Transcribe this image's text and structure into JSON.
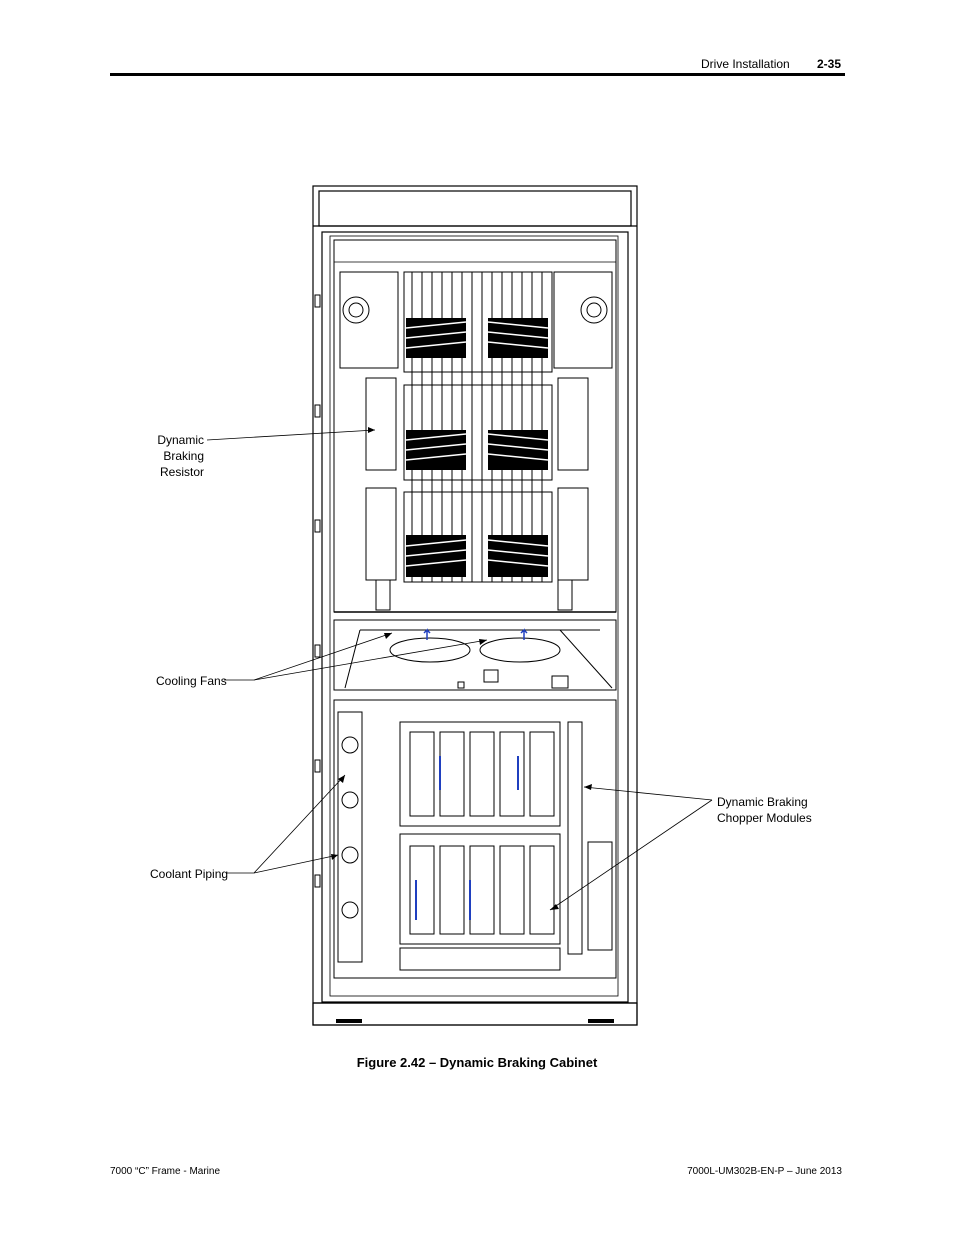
{
  "header": {
    "section_title": "Drive Installation",
    "page_number": "2-35"
  },
  "figure": {
    "callouts": {
      "dynamic_braking_resistor": [
        "Dynamic",
        "Braking",
        "Resistor"
      ],
      "cooling_fans": "Cooling Fans",
      "coolant_piping": "Coolant Piping",
      "dynamic_braking_chopper_modules": [
        "Dynamic Braking",
        "Chopper Modules"
      ]
    },
    "caption": "Figure 2.42 – Dynamic Braking Cabinet"
  },
  "footer": {
    "left": "7000 “C” Frame - Marine",
    "right": "7000L-UM302B-EN-P – June 2013"
  }
}
